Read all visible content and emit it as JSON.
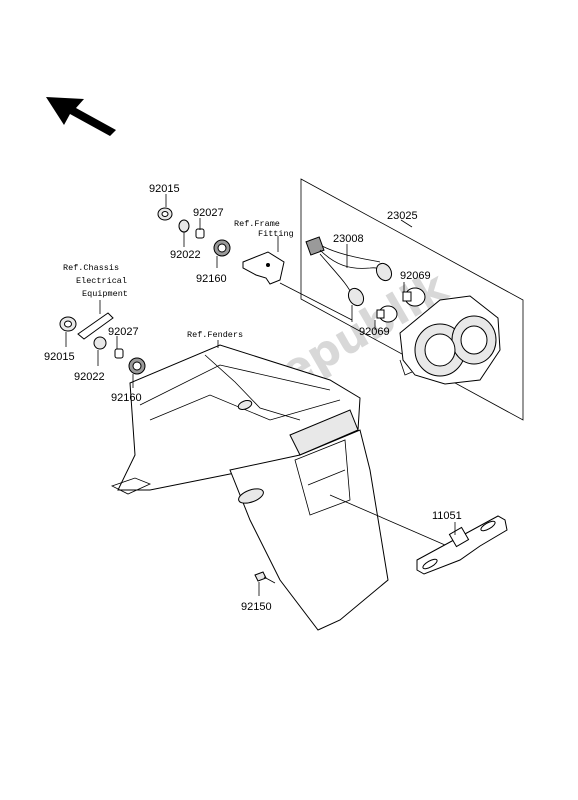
{
  "watermark": "PartsRepublik",
  "labels": {
    "p92015a": "92015",
    "p92027a": "92027",
    "p92022a": "92022",
    "p92160a": "92160",
    "p23025": "23025",
    "p23008": "23008",
    "p92069a": "92069",
    "p92069b": "92069",
    "p92015b": "92015",
    "p92022b": "92022",
    "p92027b": "92027",
    "p92160b": "92160",
    "p11051": "11051",
    "p92150": "92150"
  },
  "refs": {
    "frame_1": "Ref.Frame",
    "frame_2": "Fitting",
    "chassis_1": "Ref.Chassis",
    "chassis_2": "Electrical",
    "chassis_3": "Equipment",
    "fenders": "Ref.Fenders"
  }
}
